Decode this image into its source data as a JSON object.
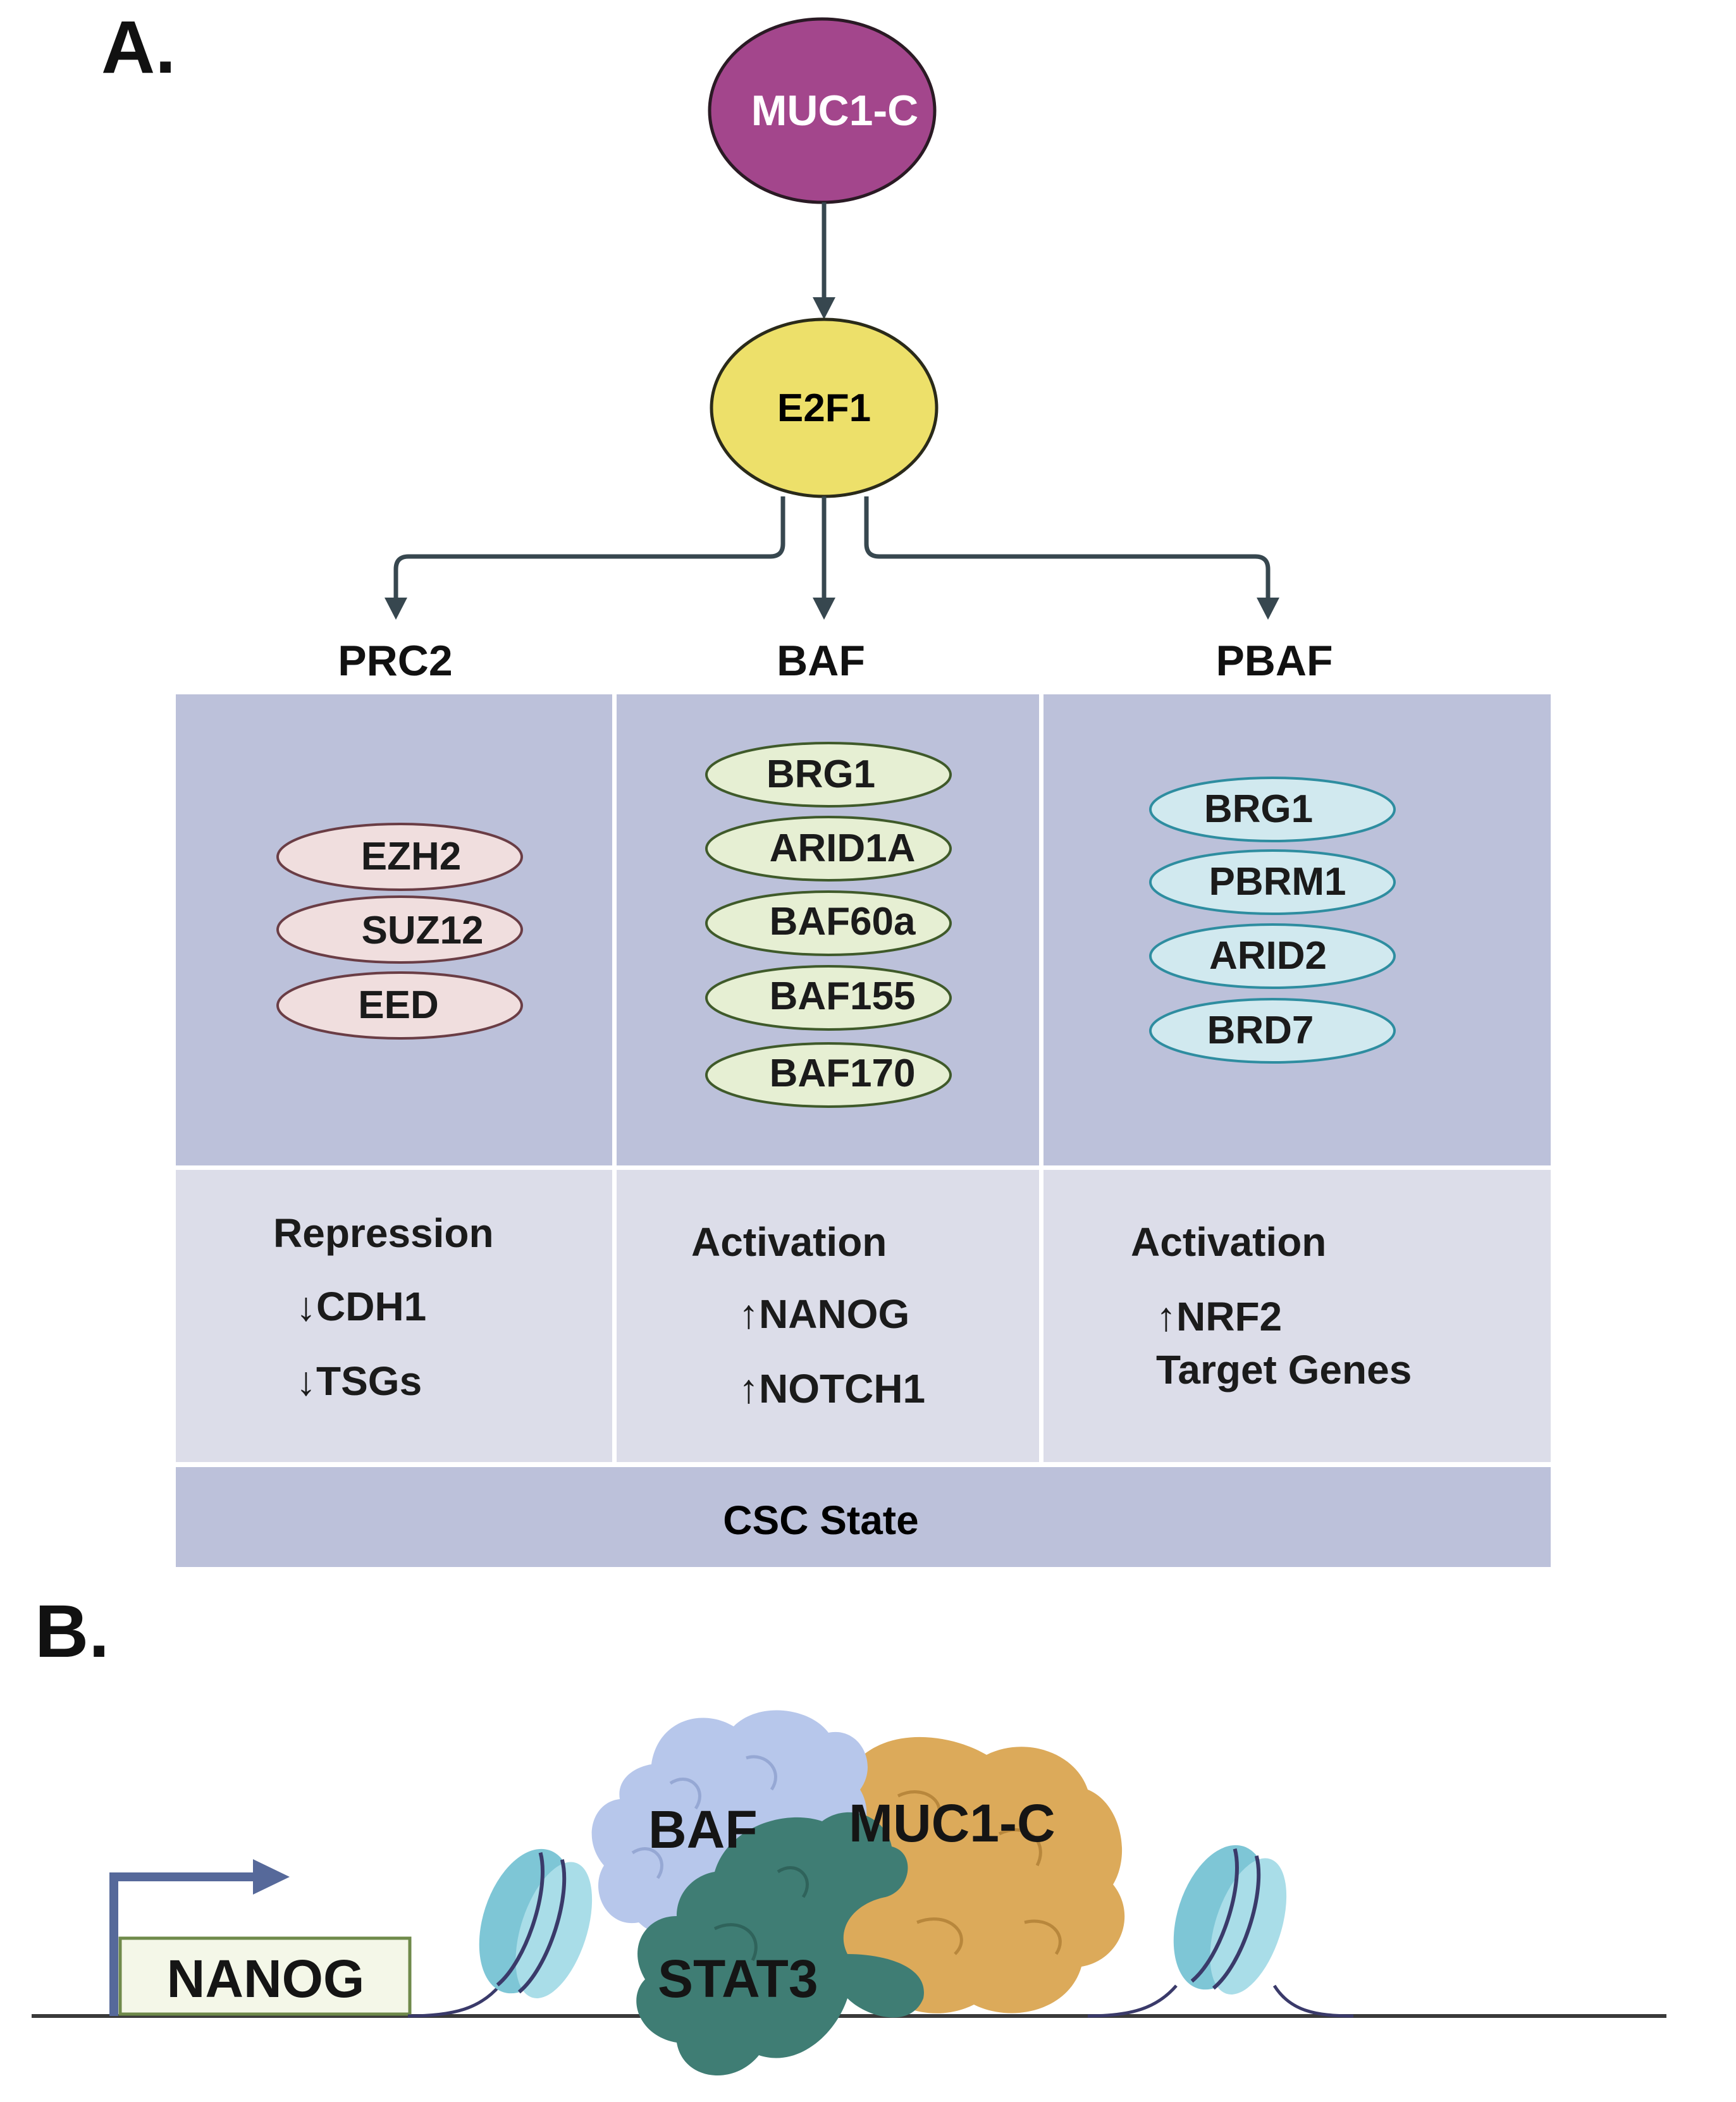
{
  "panel_a": {
    "label": "A.",
    "top_node": "MUC1-C",
    "mid_node": "E2F1",
    "complexes": [
      {
        "title": "PRC2",
        "subunits": [
          "EZH2",
          "SUZ12",
          "EED"
        ],
        "effect_heading": "Repression",
        "effects": [
          "↓CDH1",
          "↓TSGs"
        ]
      },
      {
        "title": "BAF",
        "subunits": [
          "BRG1",
          "ARID1A",
          "BAF60a",
          "BAF155",
          "BAF170"
        ],
        "effect_heading": "Activation",
        "effects": [
          "↑NANOG",
          "↑NOTCH1"
        ]
      },
      {
        "title": "PBAF",
        "subunits": [
          "BRG1",
          "PBRM1",
          "ARID2",
          "BRD7"
        ],
        "effect_heading": "Activation",
        "effects": [
          "↑NRF2",
          "Target Genes"
        ]
      }
    ],
    "footer": "CSC State"
  },
  "panel_b": {
    "label": "B.",
    "gene": "NANOG",
    "baf": "BAF",
    "muc1c": "MUC1-C",
    "stat3": "STAT3"
  },
  "colors": {
    "muc1c_node": "#a3468c",
    "e2f1_node": "#ede06a",
    "prc2_ellipse": "#f0dede",
    "baf_ellipse": "#e6efd3",
    "pbaf_ellipse": "#d1e9ef",
    "panel_dark": "#bcc1da",
    "panel_light": "#dcdde9",
    "arrow": "#37474f",
    "nucleosome": "#7ec6d6",
    "baf_blob": "#b7c7eb",
    "muc1c_blob": "#dcaa5a",
    "stat3_blob": "#3f7d74"
  }
}
